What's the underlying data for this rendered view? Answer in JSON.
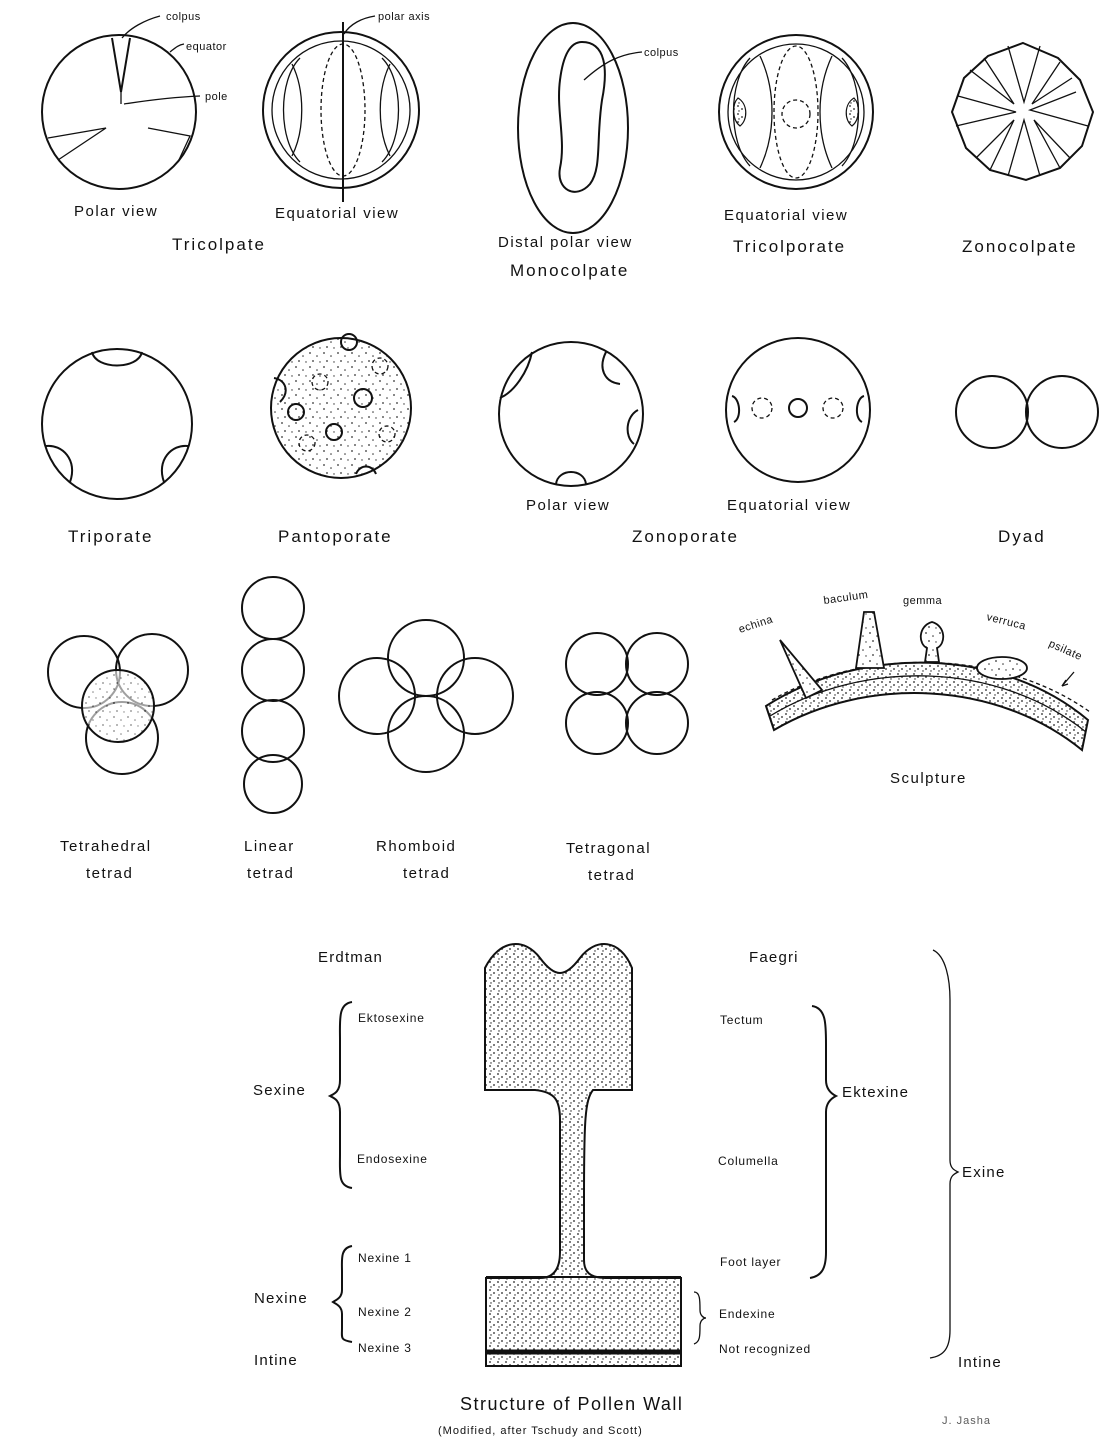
{
  "tricolpate": {
    "labels": {
      "colpus": "colpus",
      "equator": "equator",
      "pole": "pole",
      "polar_axis": "polar axis"
    },
    "polar_view": "Polar view",
    "equatorial_view": "Equatorial view",
    "name": "Tricolpate"
  },
  "monocolpate": {
    "colpus": "colpus",
    "view": "Distal polar view",
    "name": "Monocolpate"
  },
  "tricolporate": {
    "view": "Equatorial view",
    "name": "Tricolporate"
  },
  "zonocolpate": {
    "name": "Zonocolpate"
  },
  "row2": {
    "triporate": "Triporate",
    "pantoporate": "Pantoporate",
    "polar_view": "Polar view",
    "equatorial_view": "Equatorial view",
    "zonoporate": "Zonoporate",
    "dyad": "Dyad"
  },
  "row3": {
    "tetrahedral": [
      "Tetrahedral",
      "tetrad"
    ],
    "linear": [
      "Linear",
      "tetrad"
    ],
    "rhomboid": [
      "Rhomboid",
      "tetrad"
    ],
    "tetragonal": [
      "Tetragonal",
      "tetrad"
    ]
  },
  "sculpture": {
    "title": "Sculpture",
    "echina": "echina",
    "baculum": "baculum",
    "gemma": "gemma",
    "verruca": "verruca",
    "psilate": "psilate"
  },
  "wall": {
    "erdtman": "Erdtman",
    "faegri": "Faegri",
    "ektosexine": "Ektosexine",
    "sexine": "Sexine",
    "endosexine": "Endosexine",
    "nexine1": "Nexine 1",
    "nexine": "Nexine",
    "nexine2": "Nexine 2",
    "nexine3": "Nexine 3",
    "intine_left": "Intine",
    "tectum": "Tectum",
    "columella": "Columella",
    "foot_layer": "Foot layer",
    "endexine": "Endexine",
    "not_recognized": "Not recognized",
    "ektexine": "Ektexine",
    "exine": "Exine",
    "intine_right": "Intine",
    "title": "Structure of Pollen Wall",
    "subtitle": "(Modified, after Tschudy and Scott)",
    "signature": "J. Jasha"
  }
}
